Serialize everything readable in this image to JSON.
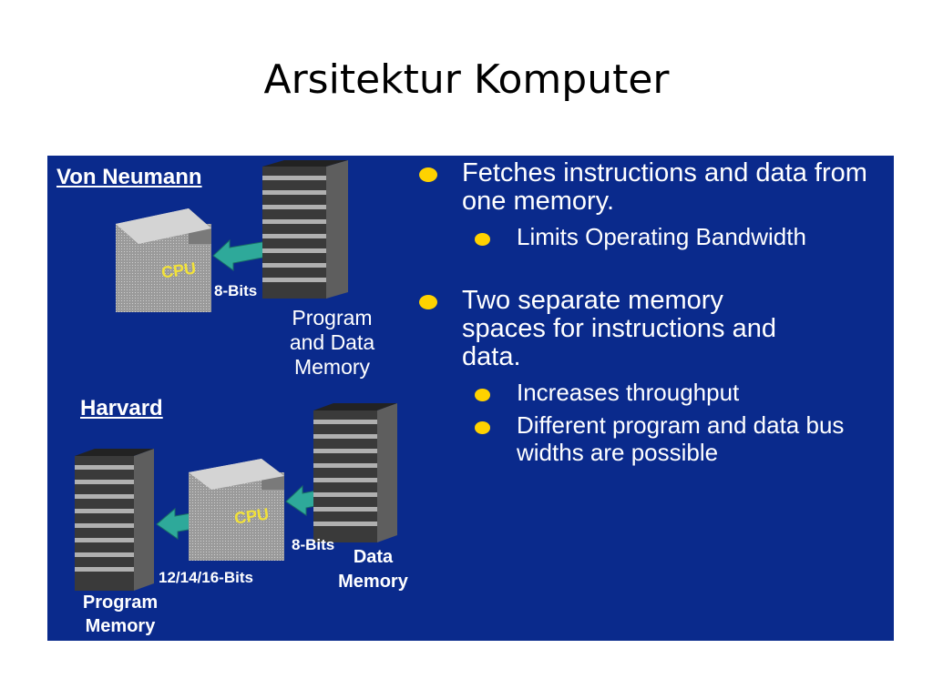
{
  "title": "Arsitektur Komputer",
  "colors": {
    "panel": "#0a2a8c",
    "bullet": "#ffd200",
    "arrow": "#2ea99a",
    "cpu_label": "#f2e23a"
  },
  "diagram": {
    "von_neumann": {
      "heading": "Von Neumann",
      "cpu": "CPU",
      "bus": "8-Bits",
      "memory": [
        "Program",
        "and Data",
        "Memory"
      ]
    },
    "harvard": {
      "heading": "Harvard",
      "cpu": "CPU",
      "program_bus": "12/14/16-Bits",
      "data_bus": "8-Bits",
      "program_memory": [
        "Program",
        "Memory"
      ],
      "data_memory": [
        "Data",
        "Memory"
      ]
    }
  },
  "bullets": [
    {
      "text": "Fetches instructions and data from one memory.",
      "sub": [
        "Limits Operating Bandwidth"
      ]
    },
    {
      "text": "Two separate memory spaces for instructions and data.",
      "sub": [
        "Increases throughput",
        "Different program and data bus widths are possible"
      ]
    }
  ]
}
